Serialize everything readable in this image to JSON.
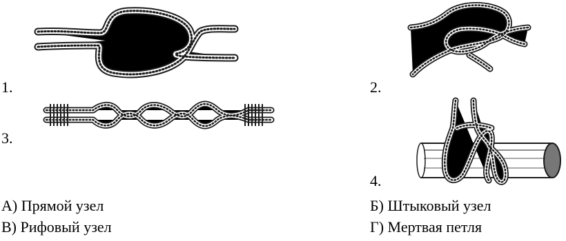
{
  "figures": [
    {
      "number": "1.",
      "icon": "reef-knot-icon"
    },
    {
      "number": "2.",
      "icon": "slipped-reef-knot-icon"
    },
    {
      "number": "3.",
      "icon": "seized-rope-chain-icon"
    },
    {
      "number": "4.",
      "icon": "clove-hitch-on-pole-icon"
    }
  ],
  "answers": [
    "А) Прямой узел",
    "Б) Штыковый узел",
    "В)  Рифовый узел",
    "Г) Мертвая петля"
  ],
  "colors": {
    "ink": "#1a1a1a",
    "background": "#ffffff",
    "pole_shade": "#777777"
  }
}
